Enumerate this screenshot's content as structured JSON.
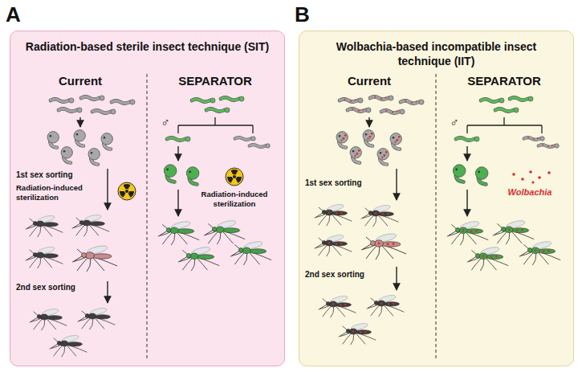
{
  "diagram": {
    "nodes": [
      {
        "text": [
          "A",
          "Radiation-based sterile insect technique (SIT)"
        ]
      },
      {
        "text": [
          "B",
          "Wolbachia-based incompatible insect technique (IIT)"
        ]
      }
    ],
    "labels": [
      "Current",
      "SEPARATOR",
      "♂",
      "1st sex sorting",
      "Radiation-induced sterilization",
      "Radiation-induced sterilization",
      "2nd sex sorting",
      "Current",
      "SEPARATOR",
      "♂",
      "1st sex sorting",
      "2nd sex sorting",
      "Wolbachia"
    ]
  }
}
